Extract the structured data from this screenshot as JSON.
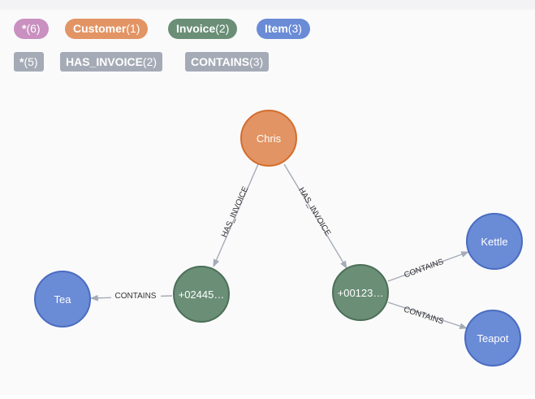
{
  "colors": {
    "all": "#c990c0",
    "customer": "#e39464",
    "customer_stroke": "#d36d2c",
    "invoice": "#6a8e76",
    "invoice_stroke": "#4c6f57",
    "item": "#6a8bd6",
    "item_stroke": "#4a6cc0",
    "relationship": "#a5abb6"
  },
  "node_labels": [
    {
      "name": "*",
      "count": "(6)"
    },
    {
      "name": "Customer",
      "count": "(1)"
    },
    {
      "name": "Invoice",
      "count": "(2)"
    },
    {
      "name": "Item",
      "count": "(3)"
    }
  ],
  "relationship_types": [
    {
      "name": "*",
      "count": "(5)"
    },
    {
      "name": "HAS_INVOICE",
      "count": "(2)"
    },
    {
      "name": "CONTAINS",
      "count": "(3)"
    }
  ],
  "graph": {
    "nodes": {
      "chris": "Chris",
      "inv1": "+02445…",
      "inv2": "+00123…",
      "tea": "Tea",
      "kettle": "Kettle",
      "teapot": "Teapot"
    },
    "edges": {
      "has_invoice_1": "HAS_INVOICE",
      "has_invoice_2": "HAS_INVOICE",
      "contains_tea": "CONTAINS",
      "contains_kettle": "CONTAINS",
      "contains_teapot": "CONTAINS"
    }
  }
}
